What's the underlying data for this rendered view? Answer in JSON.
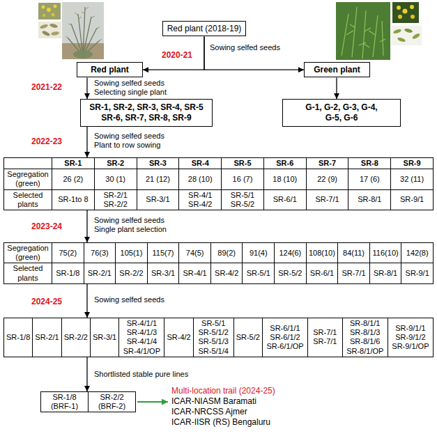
{
  "diagram": {
    "nodes": [
      {
        "text": [
          "Red plant (2018-19)"
        ]
      },
      {
        "text": [
          "Red plant"
        ]
      },
      {
        "text": [
          "Green plant"
        ]
      },
      {
        "text": [
          "SR-1, SR-2, SR-3, SR-4, SR-5 SR-6, SR-7, SR-8, SR-9"
        ]
      },
      {
        "text": [
          "G-1, G-2, G-3, G-4, G-5, G-6"
        ]
      },
      {
        "text": [
          "SR-1",
          "SR-2",
          "SR-3",
          "SR-4",
          "SR-5",
          "SR-6",
          "SR-7",
          "SR-8",
          "SR-9",
          "Segregation (green)",
          "26 (2)",
          "30 (1)",
          "21 (12)",
          "28 (10)",
          "16 (7)",
          "18 (10)",
          "22 (9)",
          "17 (6)",
          "32 (11)",
          "Selected plants",
          "SR-1to 8",
          "SR-2/1 SR-2/2",
          "SR-3/1",
          "SR-4/1 SR-4/2",
          "SR-5/1 SR-5/2",
          "SR-6/1",
          "SR-7/1",
          "SR-8/1",
          "SR-9/1"
        ]
      },
      {
        "text": [
          "Segregation (green)",
          "75(2)",
          "76(3)",
          "105(1)",
          "115(7)",
          "74(5)",
          "89(2)",
          "91(4)",
          "124(6)",
          "108(10)",
          "84(11)",
          "116(10)",
          "142(8)",
          "Selected plants",
          "SR-1/8",
          "SR-2/1",
          "SR-2/2",
          "SR-3/1",
          "SR-4/1",
          "SR-4/2",
          "SR-5/1",
          "SR-5/2",
          "SR-6/1",
          "SR-7/1",
          "SR-8/1",
          "SR-9/1"
        ]
      },
      {
        "text": [
          "SR-1/8",
          "SR-2/1",
          "SR-2/2",
          "SR-3/1",
          "SR-4/1/1 SR-4/1/3 SR-4/1/4 SR-4/1/OP",
          "SR-4/2",
          "SR-5/1 SR-5/1/2 SR-5/1/3 SR-5/1/4",
          "SR-5/2",
          "SR-6/1/1 SR-6/1/2 SR-6/1/OP",
          "SR-7/1 SR-7/1",
          "SR-8/1/1 SR-8/1/3 SR-8/1/6 SR-8/1/OP",
          "SR-9/1/1 SR-9/1/2 SR-9/1/OP"
        ]
      },
      {
        "text": [
          "SR-1/8 (BRF-1)",
          "SR-2/2 (BRF-2)"
        ]
      }
    ],
    "edges": [
      {
        "from": 0,
        "to": 1,
        "label": "Sowing selfed seeds",
        "arrow": "to"
      },
      {
        "from": 0,
        "to": 2,
        "arrow": "to"
      },
      {
        "from": 1,
        "to": 3,
        "label": "Sowing selfed seeds Selecting single plant",
        "arrow": "to"
      },
      {
        "from": 2,
        "to": 4,
        "arrow": "to"
      },
      {
        "from": 3,
        "to": 5,
        "label": "Sowing selfed seeds Plant to row sowing",
        "arrow": "to"
      },
      {
        "from": 5,
        "to": 6,
        "label": "Sowing selfed seeds Single plant selection",
        "arrow": "to"
      },
      {
        "from": 6,
        "to": 7,
        "label": "Sowing selfed seeds",
        "arrow": "to"
      },
      {
        "from": 7,
        "to": 8,
        "label": "Shortlisted stable pure lines",
        "arrow": "to"
      }
    ],
    "labels": [
      "2020-21",
      "2021-22",
      "2022-23",
      "2023-24",
      "2024-25",
      "Multi-location trail (2024-25)",
      "ICAR-NIASM Baramati",
      "ICAR-NRCSS Ajmer",
      "ICAR-IISR (RS) Bengaluru"
    ]
  }
}
